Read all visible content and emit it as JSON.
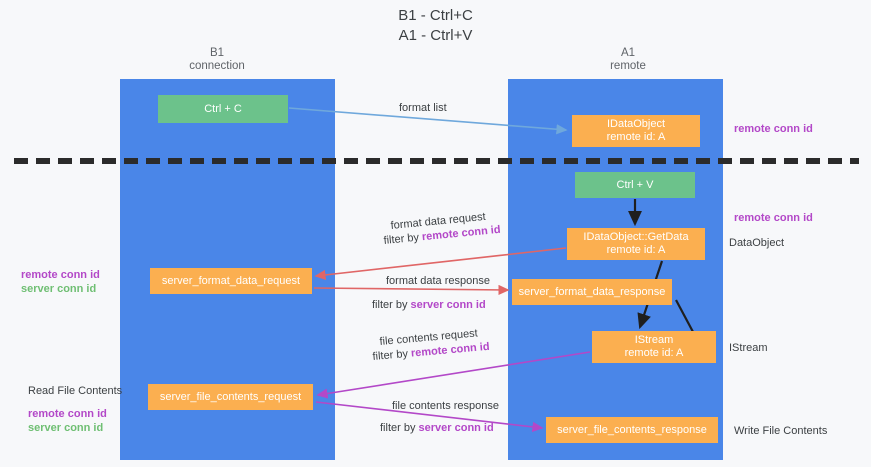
{
  "title": {
    "line1": "B1 - Ctrl+C",
    "line2": "A1 - Ctrl+V"
  },
  "columns": {
    "left": {
      "name": "B1",
      "role": "connection"
    },
    "right": {
      "name": "A1",
      "role": "remote"
    }
  },
  "nodes": {
    "ctrl_c": {
      "label": "Ctrl + C",
      "color": "#6cc28b"
    },
    "ctrl_v": {
      "label": "Ctrl + V",
      "color": "#6cc28b"
    },
    "idataobject": {
      "label": "IDataObject",
      "sub": "remote id: A",
      "color": "#fbaf50"
    },
    "getdata": {
      "label": "IDataObject::GetData",
      "sub": "remote id: A",
      "color": "#fbaf50"
    },
    "server_format_data_request": {
      "label": "server_format_data_request",
      "color": "#fbaf50"
    },
    "server_format_data_response": {
      "label": "server_format_data_response",
      "color": "#fbaf50"
    },
    "istream": {
      "label": "IStream",
      "sub": "remote id: A",
      "color": "#fbaf50"
    },
    "server_file_contents_request": {
      "label": "server_file_contents_request",
      "color": "#fbaf50"
    },
    "server_file_contents_response": {
      "label": "server_file_contents_response",
      "color": "#fbaf50"
    }
  },
  "edge_labels": {
    "format_list": "format list",
    "format_data_request": "format data request",
    "format_data_request_filter_prefix": "filter by ",
    "format_data_request_filter_key": "remote conn id",
    "format_data_response": "format data response",
    "format_data_response_filter_prefix": "filter by ",
    "format_data_response_filter_key": "server conn id",
    "file_contents_request": "file contents request",
    "file_contents_request_filter_prefix": "filter by ",
    "file_contents_request_filter_key": "remote conn id",
    "file_contents_response": "file contents response",
    "file_contents_response_filter_prefix": "filter by ",
    "file_contents_response_filter_key": "server conn id"
  },
  "annotations": {
    "remote_conn_id_top": "remote conn id",
    "remote_conn_id_mid": "remote conn id",
    "dataobject": "DataObject",
    "istream": "IStream",
    "write_file_contents": "Write File Contents",
    "read_file_contents": "Read File Contents",
    "left_format_remote": "remote conn id",
    "left_format_server": "server conn id",
    "left_file_remote": "remote conn id",
    "left_file_server": "server conn id"
  },
  "colors": {
    "lane": "#4a86e8",
    "green_node": "#6cc28b",
    "orange_node": "#fbaf50",
    "purple_key": "#b348c8",
    "green_key": "#6fbf73",
    "arrow_blue": "#6fa8dc",
    "arrow_red": "#e06666",
    "arrow_purple": "#b348c8",
    "arrow_black": "#1f1f1f",
    "divider": "#2b2b2b",
    "background": "#f7f8fa"
  }
}
